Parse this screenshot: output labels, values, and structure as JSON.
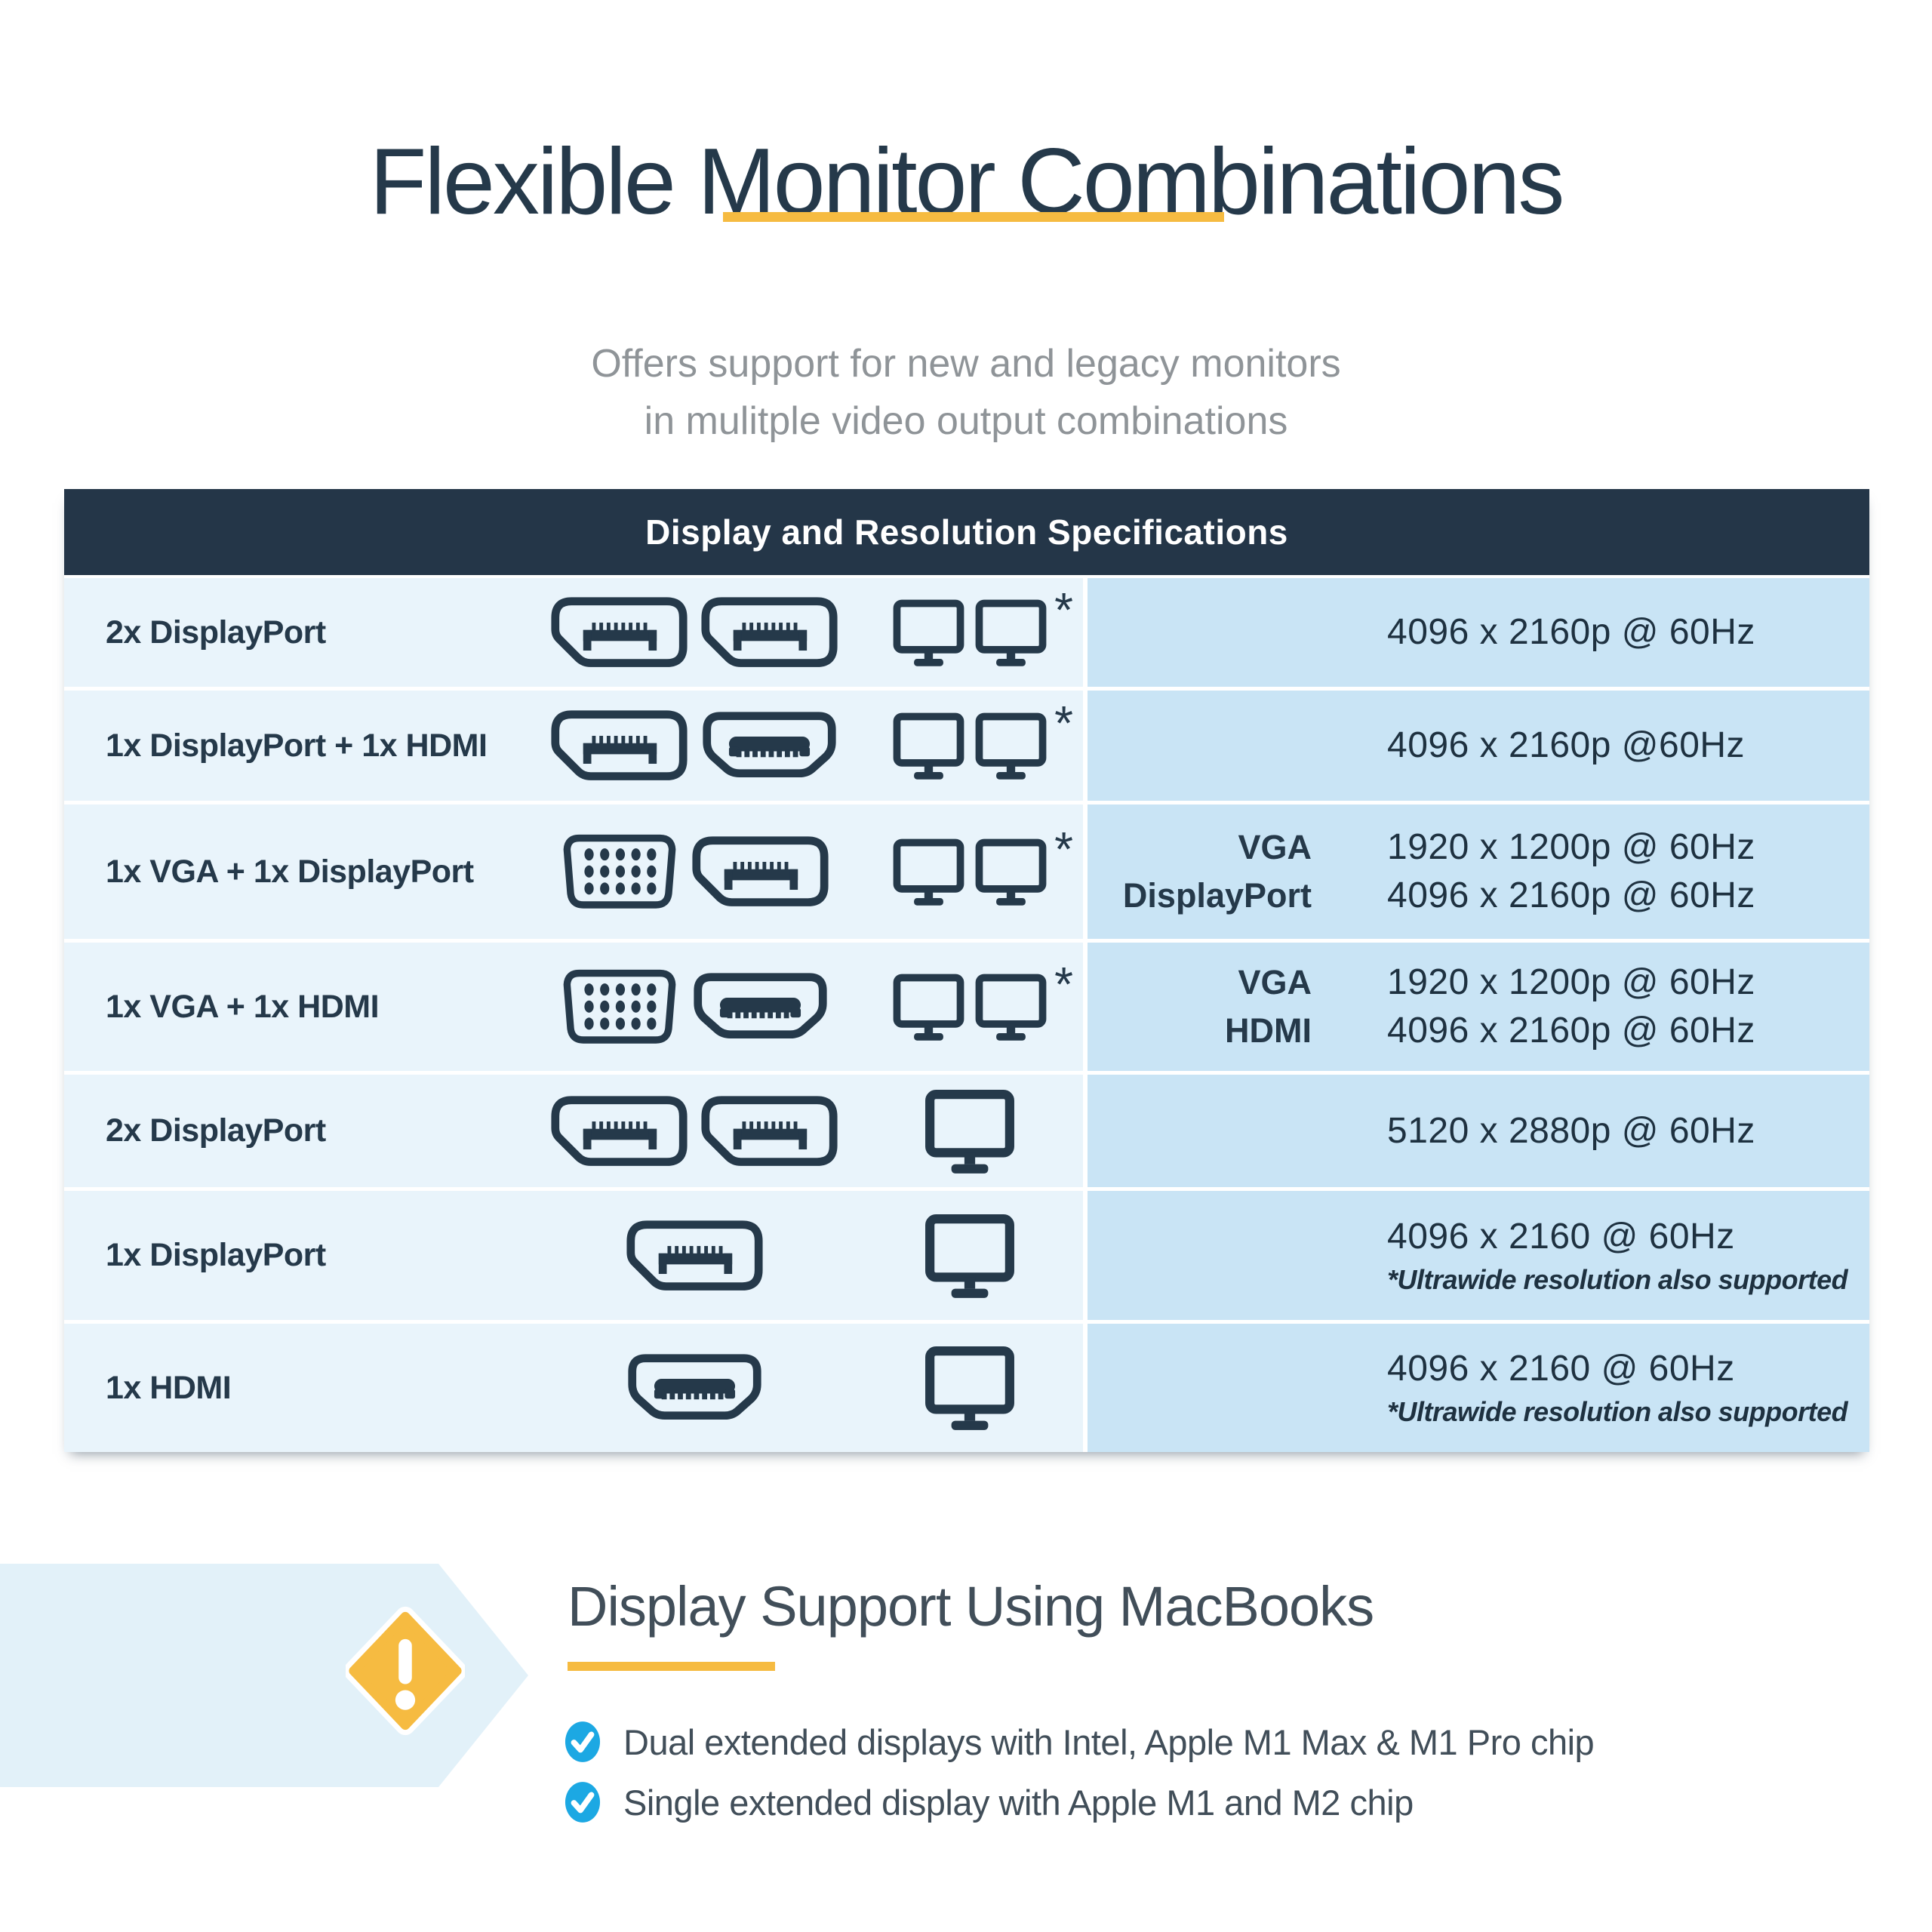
{
  "header": {
    "title": "Flexible Monitor Combinations",
    "subtitle_line1": "Offers support for new and legacy monitors",
    "subtitle_line2": "in mulitple video output combinations"
  },
  "table": {
    "header": "Display and Resolution Specifications",
    "rows": [
      {
        "label": "2x DisplayPort",
        "connectors": [
          "displayport",
          "displayport"
        ],
        "monitor": "dual",
        "asterisk": true,
        "specs": [
          {
            "label": "",
            "value": "4096 x 2160p @ 60Hz"
          }
        ],
        "note": ""
      },
      {
        "label": "1x DisplayPort + 1x HDMI",
        "connectors": [
          "displayport",
          "hdmi"
        ],
        "monitor": "dual",
        "asterisk": true,
        "specs": [
          {
            "label": "",
            "value": "4096 x 2160p @60Hz"
          }
        ],
        "note": ""
      },
      {
        "label": "1x VGA + 1x DisplayPort",
        "connectors": [
          "vga",
          "displayport"
        ],
        "monitor": "dual",
        "asterisk": true,
        "specs": [
          {
            "label": "VGA",
            "value": "1920 x 1200p @ 60Hz"
          },
          {
            "label": "DisplayPort",
            "value": "4096 x 2160p @ 60Hz"
          }
        ],
        "note": ""
      },
      {
        "label": "1x VGA + 1x HDMI",
        "connectors": [
          "vga",
          "hdmi"
        ],
        "monitor": "dual",
        "asterisk": true,
        "specs": [
          {
            "label": "VGA",
            "value": "1920 x 1200p @ 60Hz"
          },
          {
            "label": "HDMI",
            "value": "4096 x 2160p @ 60Hz"
          }
        ],
        "note": ""
      },
      {
        "label": "2x DisplayPort",
        "connectors": [
          "displayport",
          "displayport"
        ],
        "monitor": "single",
        "asterisk": false,
        "specs": [
          {
            "label": "",
            "value": "5120 x 2880p @ 60Hz"
          }
        ],
        "note": ""
      },
      {
        "label": "1x DisplayPort",
        "connectors": [
          "displayport"
        ],
        "monitor": "single",
        "asterisk": false,
        "specs": [
          {
            "label": "",
            "value": "4096 x 2160 @ 60Hz"
          }
        ],
        "note": "*Ultrawide resolution also supported"
      },
      {
        "label": "1x HDMI",
        "connectors": [
          "hdmi"
        ],
        "monitor": "single",
        "asterisk": false,
        "specs": [
          {
            "label": "",
            "value": "4096 x 2160 @ 60Hz"
          }
        ],
        "note": "*Ultrawide resolution also supported"
      }
    ],
    "asterisk_char": "*"
  },
  "footer": {
    "heading": "Display Support Using MacBooks",
    "bullets": [
      "Dual extended displays with Intel, Apple M1 Max & M1 Pro chip",
      "Single extended display with Apple M1 and M2 chip"
    ]
  },
  "colors": {
    "navy": "#25394A",
    "navy_dark": "#1E3140",
    "header_bg": "#243648",
    "row_bg": "#E9F4FB",
    "right_bg": "#C9E4F5",
    "banner_bg": "#E2F1F9",
    "yellow": "#F6BB41",
    "blue": "#1CA8E3",
    "gray": "#8F9498",
    "footer_text": "#414E59"
  }
}
